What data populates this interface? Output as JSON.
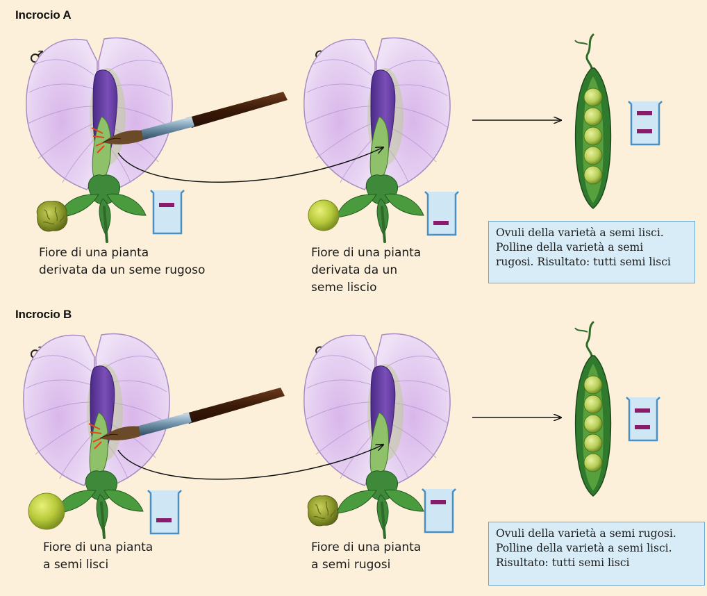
{
  "cross_a": {
    "title": "Incrocio A",
    "male_symbol": "♂",
    "female_symbol": "♀",
    "male_caption": "Fiore di una pianta\nderivata da un seme rugoso",
    "female_caption": "Fiore di una pianta\nderivata da un\nseme liscio",
    "result_text": "Ovuli della varietà a semi lisci.\nPolline della varietà a semi\nrugosi. Risultato: tutti semi lisci"
  },
  "cross_b": {
    "title": "Incrocio B",
    "male_symbol": "♂",
    "female_symbol": "♀",
    "male_caption": "Fiore di una pianta\na semi lisci",
    "female_caption": "Fiore di una pianta\na semi rugosi",
    "result_text": "Ovuli della varietà a semi rugosi.\nPolline della varietà a semi lisci.\nRisultato: tutti semi lisci"
  },
  "colors": {
    "background": "#fdf0da",
    "petal": "#e0c8ee",
    "keel": "#6b3fa0",
    "leaf": "#3f8a3a",
    "pea_smooth": "#b7c93a",
    "pea_wrinkled": "#8e9a2c",
    "pod": "#2f7a2c",
    "allele_bar": "#8a1a6a",
    "box_fill": "#d7ecf7"
  }
}
